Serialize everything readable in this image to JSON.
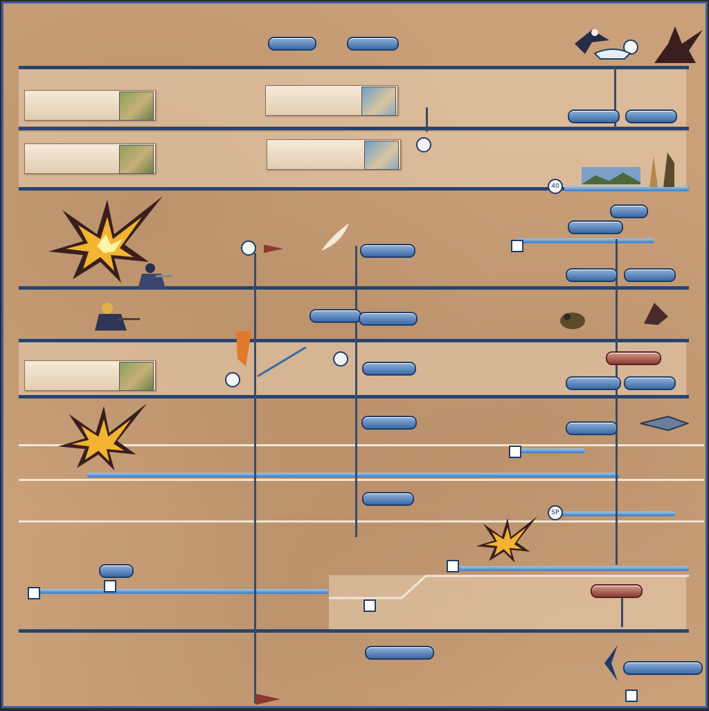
{
  "top_bar": {
    "left_pill": "",
    "left_caption": "",
    "right_pill": "",
    "right_caption": ""
  },
  "cards": [
    {
      "title": "",
      "subtitle": ""
    },
    {
      "title": "",
      "subtitle": ""
    },
    {
      "title": "",
      "subtitle": ""
    },
    {
      "title": "",
      "subtitle": ""
    },
    {
      "title": "",
      "subtitle": ""
    }
  ],
  "markers": {
    "level_badge": "40",
    "score_badge": "SP"
  },
  "icons": {
    "explosion": "explosion-icon",
    "warrior": "warrior-sprite",
    "flag": "flag-icon",
    "arrow": "arrow-icon",
    "ship": "ship-sprite",
    "bird": "bird-sprite",
    "tower": "tower-icon"
  },
  "colors": {
    "background": "#c9a07a",
    "track": "#27446f",
    "pill": "#3b6aa6",
    "accent_red": "#8b3a32",
    "accent_orange": "#e07a2a"
  }
}
